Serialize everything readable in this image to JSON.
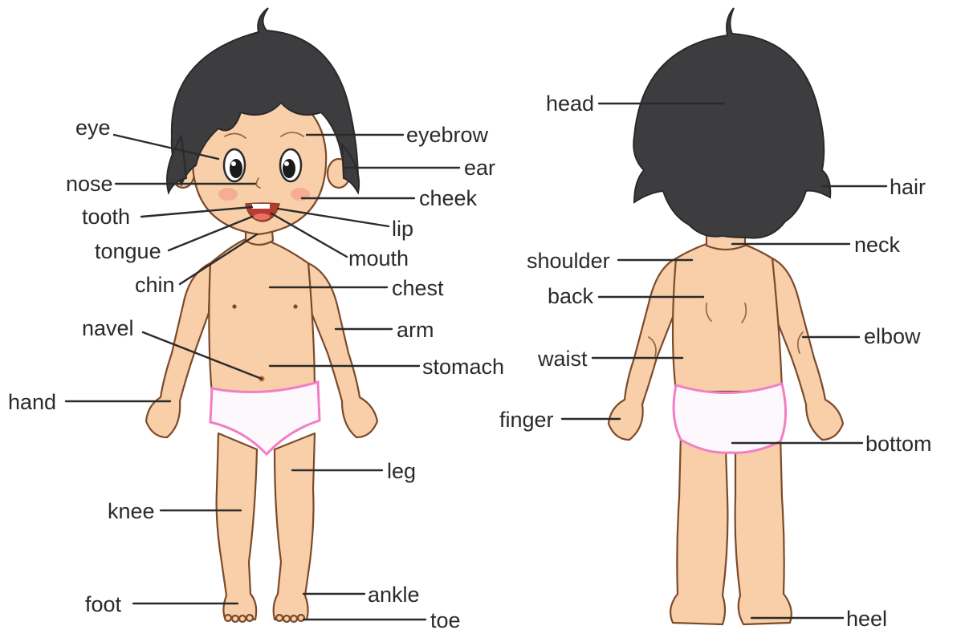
{
  "diagram": {
    "front_labels": {
      "eye": "eye",
      "eyebrow": "eyebrow",
      "nose": "nose",
      "ear": "ear",
      "cheek": "cheek",
      "tooth": "tooth",
      "lip": "lip",
      "tongue": "tongue",
      "mouth": "mouth",
      "chin": "chin",
      "chest": "chest",
      "navel": "navel",
      "arm": "arm",
      "stomach": "stomach",
      "hand": "hand",
      "leg": "leg",
      "knee": "knee",
      "ankle": "ankle",
      "foot": "foot",
      "toe": "toe"
    },
    "back_labels": {
      "head": "head",
      "hair": "hair",
      "neck": "neck",
      "shoulder": "shoulder",
      "back": "back",
      "elbow": "elbow",
      "waist": "waist",
      "finger": "finger",
      "bottom": "bottom",
      "heel": "heel"
    },
    "colors": {
      "skin": "#f8cfa8",
      "outline": "#7b4a2a",
      "hair": "#3d3d3f",
      "underwear_fill": "#fdf8fb",
      "underwear_trim": "#f07fc6",
      "label_text": "#2a2a2a",
      "leader_line": "#2b2b2b"
    }
  }
}
